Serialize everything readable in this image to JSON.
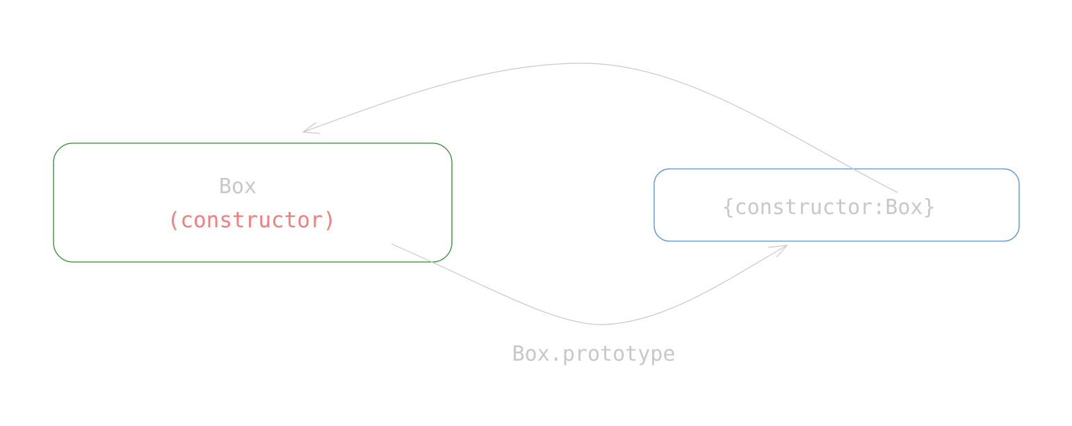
{
  "nodes": {
    "constructor": {
      "name": "Box",
      "role": "(constructor)"
    },
    "prototype": {
      "text": "{constructor:Box}"
    }
  },
  "edges": {
    "prototype_link": {
      "label": "Box.prototype"
    }
  },
  "colors": {
    "constructor_border": "#2e8b2e",
    "prototype_border": "#4a90d9",
    "muted_text": "#c8c8c8",
    "accent_text": "#f08080",
    "arrow": "#c8c8c8"
  }
}
